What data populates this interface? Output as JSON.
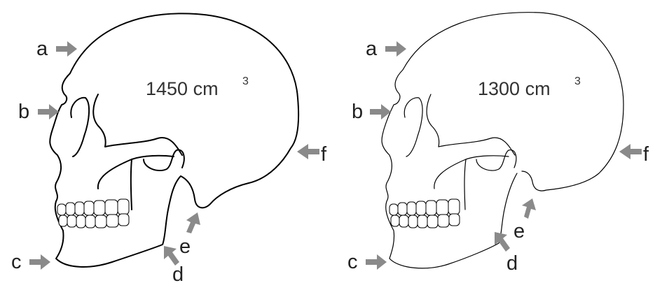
{
  "panels": [
    {
      "id": "left",
      "volume_value": "1450 cm",
      "volume_exponent": "3",
      "labels": {
        "a": "a",
        "b": "b",
        "c": "c",
        "d": "d",
        "e": "e",
        "f": "f"
      }
    },
    {
      "id": "right",
      "volume_value": "1300 cm",
      "volume_exponent": "3",
      "labels": {
        "a": "a",
        "b": "b",
        "c": "c",
        "d": "d",
        "e": "e",
        "f": "f"
      }
    }
  ],
  "colors": {
    "arrow": "#8a8a8a",
    "line": "#000000",
    "background": "#ffffff"
  }
}
